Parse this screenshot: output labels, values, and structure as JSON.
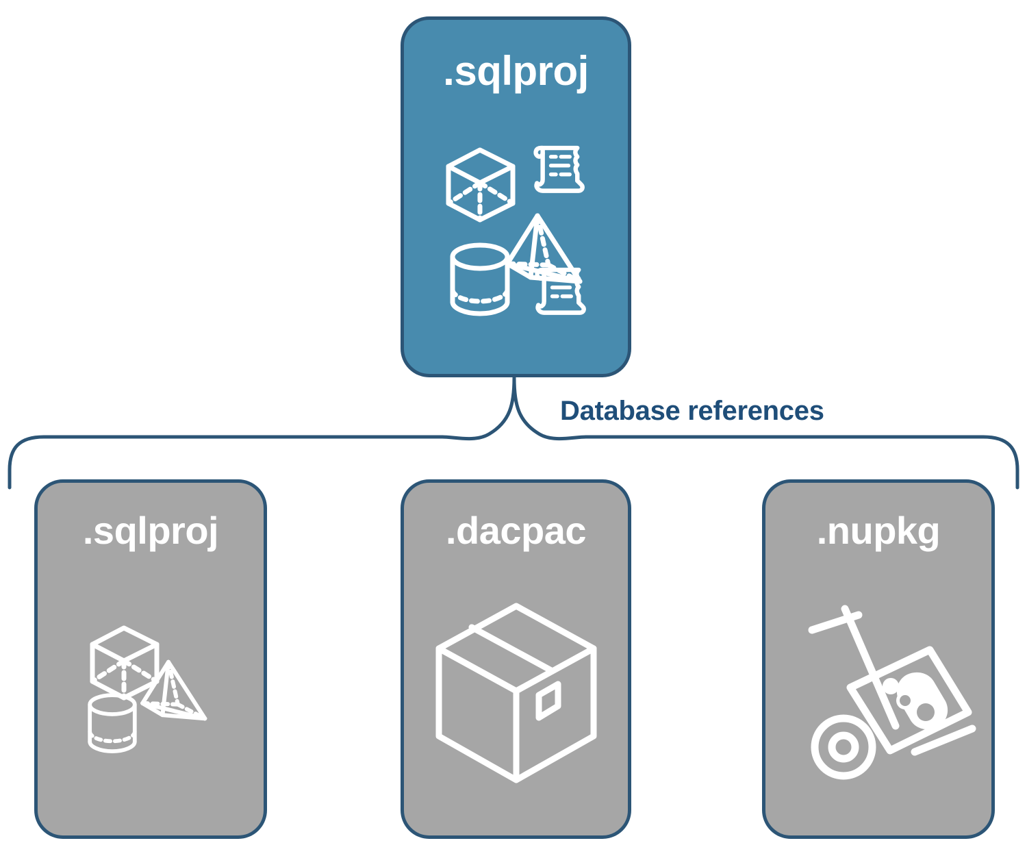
{
  "diagram": {
    "title": ".sqlproj database references",
    "type": "hierarchy-brace",
    "colors": {
      "primary_fill": "#488bae",
      "secondary_fill": "#a6a6a6",
      "border": "#2c5576",
      "label_text": "#1f4e79",
      "card_text": "#ffffff",
      "background": "#ffffff"
    }
  },
  "root": {
    "label": ".sqlproj",
    "icons": [
      "wireframe-cube-icon",
      "wireframe-pyramid-icon",
      "wireframe-cylinder-icon",
      "script-scroll-icon",
      "script-scroll-icon"
    ]
  },
  "connector": {
    "label": "Database references",
    "style": "curly-brace",
    "color": "#2c5576"
  },
  "children": [
    {
      "id": "sqlproj",
      "label": ".sqlproj",
      "icons": [
        "wireframe-cube-icon",
        "wireframe-pyramid-icon",
        "wireframe-cylinder-icon"
      ]
    },
    {
      "id": "dacpac",
      "label": ".dacpac",
      "icons": [
        "shipping-box-icon"
      ]
    },
    {
      "id": "nupkg",
      "label": ".nupkg",
      "icons": [
        "hand-truck-package-icon"
      ]
    }
  ]
}
